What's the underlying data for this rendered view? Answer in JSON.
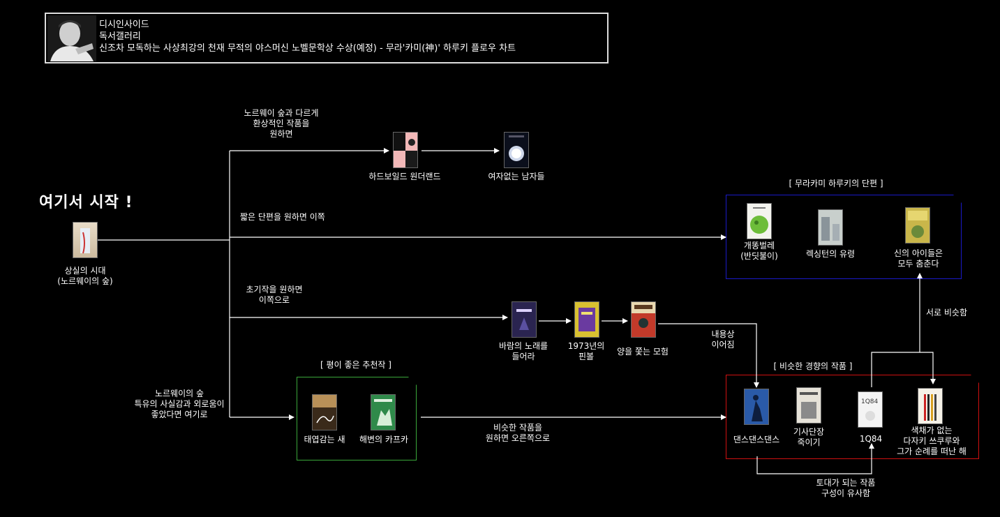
{
  "header": {
    "line1": "디시인사이드",
    "line2": "독서갤러리",
    "line3": "신조차 모독하는 사상최강의 천재 무적의 야스머신 노벨문학상 수상(예정) - 무라'카미(神)' 하루키 플로우 차트"
  },
  "start": {
    "label": "여기서 시작 !"
  },
  "books": {
    "norwegian": [
      "상실의 시대",
      "(노르웨이의 숲)"
    ],
    "hardboiled": "하드보일드 원더랜드",
    "menwithout": "여자없는 남자들",
    "firefly": [
      "개똥벌레",
      "(반딧불이)"
    ],
    "lexington": "렉싱턴의 유령",
    "godskids": [
      "신의 아이들은",
      "모두 춤춘다"
    ],
    "windsong": [
      "바람의 노래를",
      "들어라"
    ],
    "pinball": [
      "1973년의",
      "핀볼"
    ],
    "sheep": "양을 쫓는 모험",
    "windup": "태엽감는 새",
    "kafka": "해변의 카프카",
    "dance": "댄스댄스댄스",
    "commendatore": [
      "기사단장",
      "죽이기"
    ],
    "q84": "1Q84",
    "tsukuru": [
      "색채가 없는",
      "다자키 쓰쿠루와",
      "그가 순례를 떠난 해"
    ]
  },
  "groups": {
    "short_stories": "[ 무라카미 하루키의 단편 ]",
    "recommended": "[ 평이 좋은 추천작 ]",
    "similar": "[ 비슷한 경향의 작품 ]"
  },
  "edges": {
    "fantasy": [
      "노르웨이 숲과 다르게",
      "환상적인 작품을",
      "원하면"
    ],
    "short": "짧은 단편을 원하면 이쪽",
    "early": [
      "초기작을 원하면",
      "이쪽으로"
    ],
    "realism": [
      "노르웨이의 숲",
      "특유의 사실감과 외로움이",
      "좋았다면 여기로"
    ],
    "similar_right": [
      "비슷한 작품을",
      "원하면 오른쪽으로"
    ],
    "continues": [
      "내용상",
      "이어짐"
    ],
    "similar_each": "서로 비슷함",
    "structure": [
      "토대가 되는 작품",
      "구성이 유사함"
    ]
  },
  "colors": {
    "blue_box": "#1a1ac8",
    "red_box": "#d01010",
    "green_box": "#3aa83a",
    "wire": "#ffffff"
  }
}
